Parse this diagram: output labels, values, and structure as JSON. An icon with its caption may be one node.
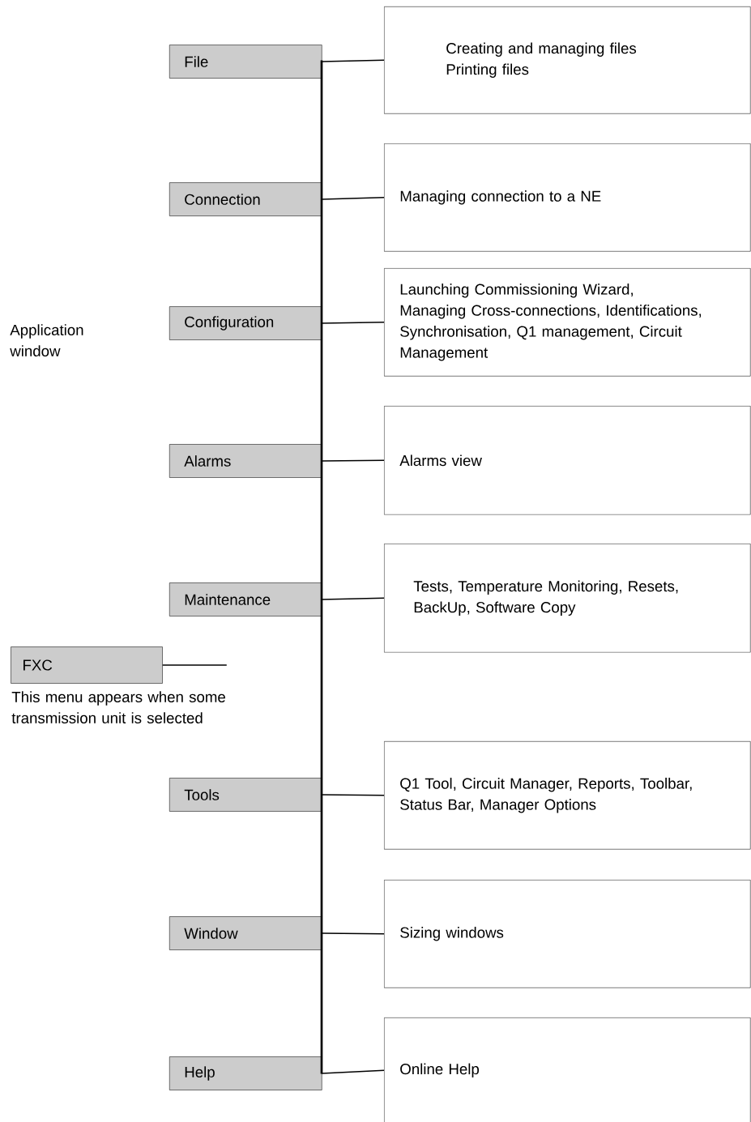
{
  "diagram": {
    "nodes": [
      {
        "text": [
          "File"
        ]
      },
      {
        "text": [
          "Creating and managing files Printing files"
        ]
      },
      {
        "text": [
          "Connection"
        ]
      },
      {
        "text": [
          "Managing connection to a NE"
        ]
      },
      {
        "text": [
          "Configuration"
        ]
      },
      {
        "text": [
          "Launching Commissioning Wizard, Managing Cross-connections, Identifications, Synchronisation, Q1 management, Circuit Management"
        ]
      },
      {
        "text": [
          "Alarms"
        ]
      },
      {
        "text": [
          "Alarms view"
        ]
      },
      {
        "text": [
          "Maintenance"
        ]
      },
      {
        "text": [
          "Tests, Temperature Monitoring, Resets, BackUp, Software Copy"
        ]
      },
      {
        "text": [
          "FXC"
        ],
        "beside": [
          "This menu appears when some transmission unit is selected"
        ]
      },
      {
        "text": [
          "Tools"
        ]
      },
      {
        "text": [
          "Q1 Tool, Circuit Manager, Reports, Toolbar, Status Bar, Manager Options"
        ]
      },
      {
        "text": [
          "Window"
        ]
      },
      {
        "text": [
          "Sizing windows"
        ]
      },
      {
        "text": [
          "Help"
        ]
      },
      {
        "text": [
          "Online Help"
        ]
      },
      {
        "text": [],
        "shape": "bar"
      }
    ],
    "edges": [
      {
        "from": 0,
        "to": 1,
        "arrow": "none"
      },
      {
        "from": 2,
        "to": 3,
        "arrow": "none"
      },
      {
        "from": 4,
        "to": 5,
        "arrow": "none"
      },
      {
        "from": 6,
        "to": 7,
        "arrow": "none"
      },
      {
        "from": 8,
        "to": 9,
        "arrow": "none"
      },
      {
        "from": 10,
        "to": null,
        "arrow": "none"
      },
      {
        "from": 11,
        "to": 12,
        "arrow": "none"
      },
      {
        "from": 13,
        "to": 14,
        "arrow": "none"
      },
      {
        "from": 15,
        "to": 16,
        "arrow": "none"
      }
    ],
    "labels": [
      "Application window"
    ]
  }
}
